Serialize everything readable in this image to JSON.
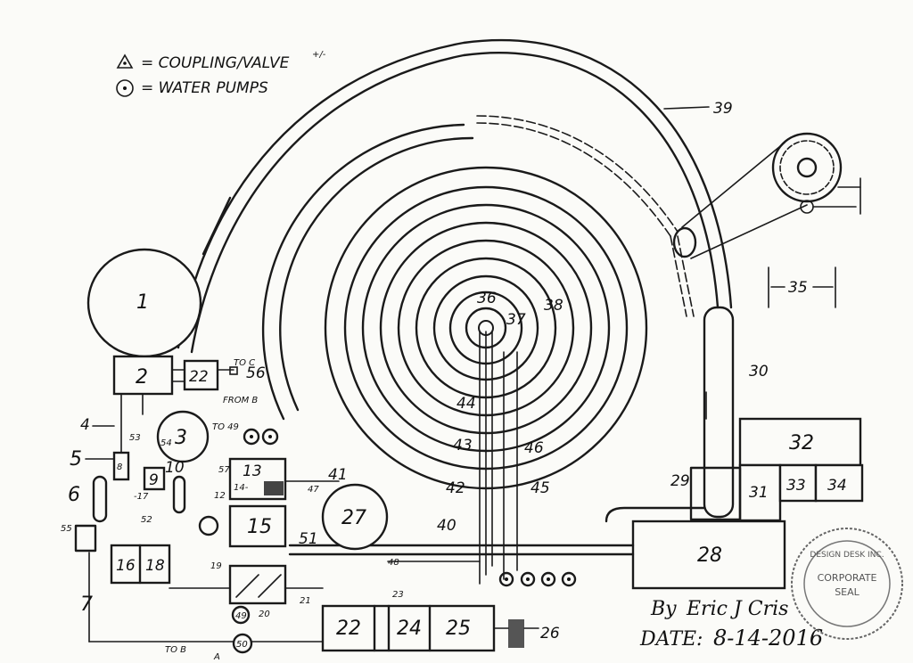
{
  "legend": {
    "coupling_text": "= COUPLING/VALVE",
    "coupling_suffix": "+/-",
    "pump_text": "= WATER PUMPS"
  },
  "labels": {
    "n1": "1",
    "n2": "2",
    "n3": "3",
    "n4": "4",
    "n5": "5",
    "n6": "6",
    "n7": "7",
    "n8": "8",
    "n9": "9",
    "n10": "10",
    "n12": "12",
    "n13": "13",
    "n14": "14-",
    "n15": "15",
    "n16": "16",
    "n17": "-17",
    "n18": "18",
    "n19": "19",
    "n20": "20",
    "n21": "21",
    "n22a": "22",
    "n22b": "22",
    "n23": "23",
    "n24": "24",
    "n25": "25",
    "n26": "26",
    "n27": "27",
    "n28": "28",
    "n29": "29",
    "n30": "30",
    "n31": "31",
    "n32": "32",
    "n33": "33",
    "n34": "34",
    "n35": "35",
    "n36": "36",
    "n37": "37",
    "n38": "38",
    "n39": "39",
    "n40": "40",
    "n41": "41",
    "n42": "42",
    "n43": "43",
    "n44": "44",
    "n45": "45",
    "n46": "46",
    "n47": "47",
    "n48": "48",
    "n49": "49",
    "n50": "50",
    "n51": "51",
    "n52": "52",
    "n53": "53",
    "n54": "54",
    "n55": "55",
    "n56": "56",
    "n57": "57"
  },
  "notes": {
    "to_c": "TO C",
    "from_b": "FROM B",
    "to_49": "TO 49",
    "to_b_a": "TO B",
    "a_mark": "A"
  },
  "signature": {
    "by": "By",
    "name": "Eric J Cris",
    "date_label": "DATE:",
    "date_value": "8-14-2016"
  },
  "seal": {
    "line1": "DESIGN DESK INC.",
    "line2": "CORPORATE",
    "line3": "SEAL"
  }
}
